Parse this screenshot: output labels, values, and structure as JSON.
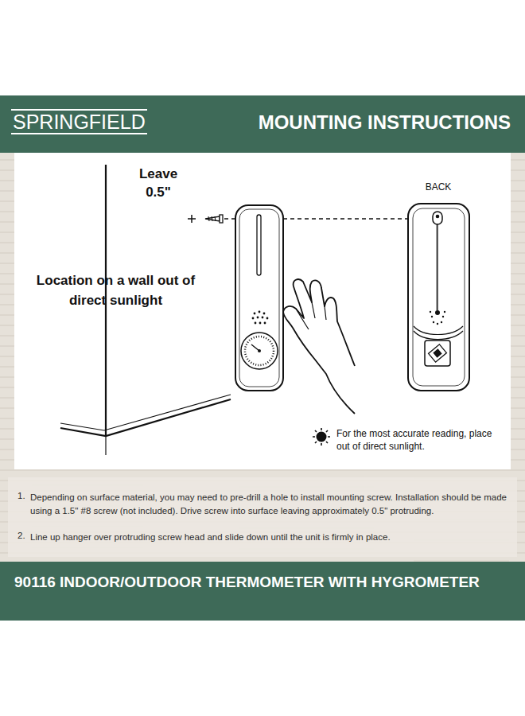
{
  "diagram": {
    "nodes": [
      {
        "text": [
          "SPRINGFIELD",
          "MOUNTING INSTRUCTIONS"
        ]
      },
      {
        "text": [
          "90116 INDOOR/OUTDOOR THERMOMETER WITH HYGROMETER"
        ]
      }
    ],
    "labels": [
      "Leave 0.5\"",
      "Location on a wall out of direct sunlight",
      "BACK",
      "For the most accurate reading, place out of direct sunlight.",
      "1.",
      "Depending on surface material, you may need to pre-drill a hole to install mounting screw. Installation should be made using a 1.5\" #8 screw (not included). Drive screw into surface leaving approximately 0.5\" protruding.",
      "2.",
      "Line up hanger over protruding screw head and slide down until the unit is firmly in place."
    ]
  }
}
